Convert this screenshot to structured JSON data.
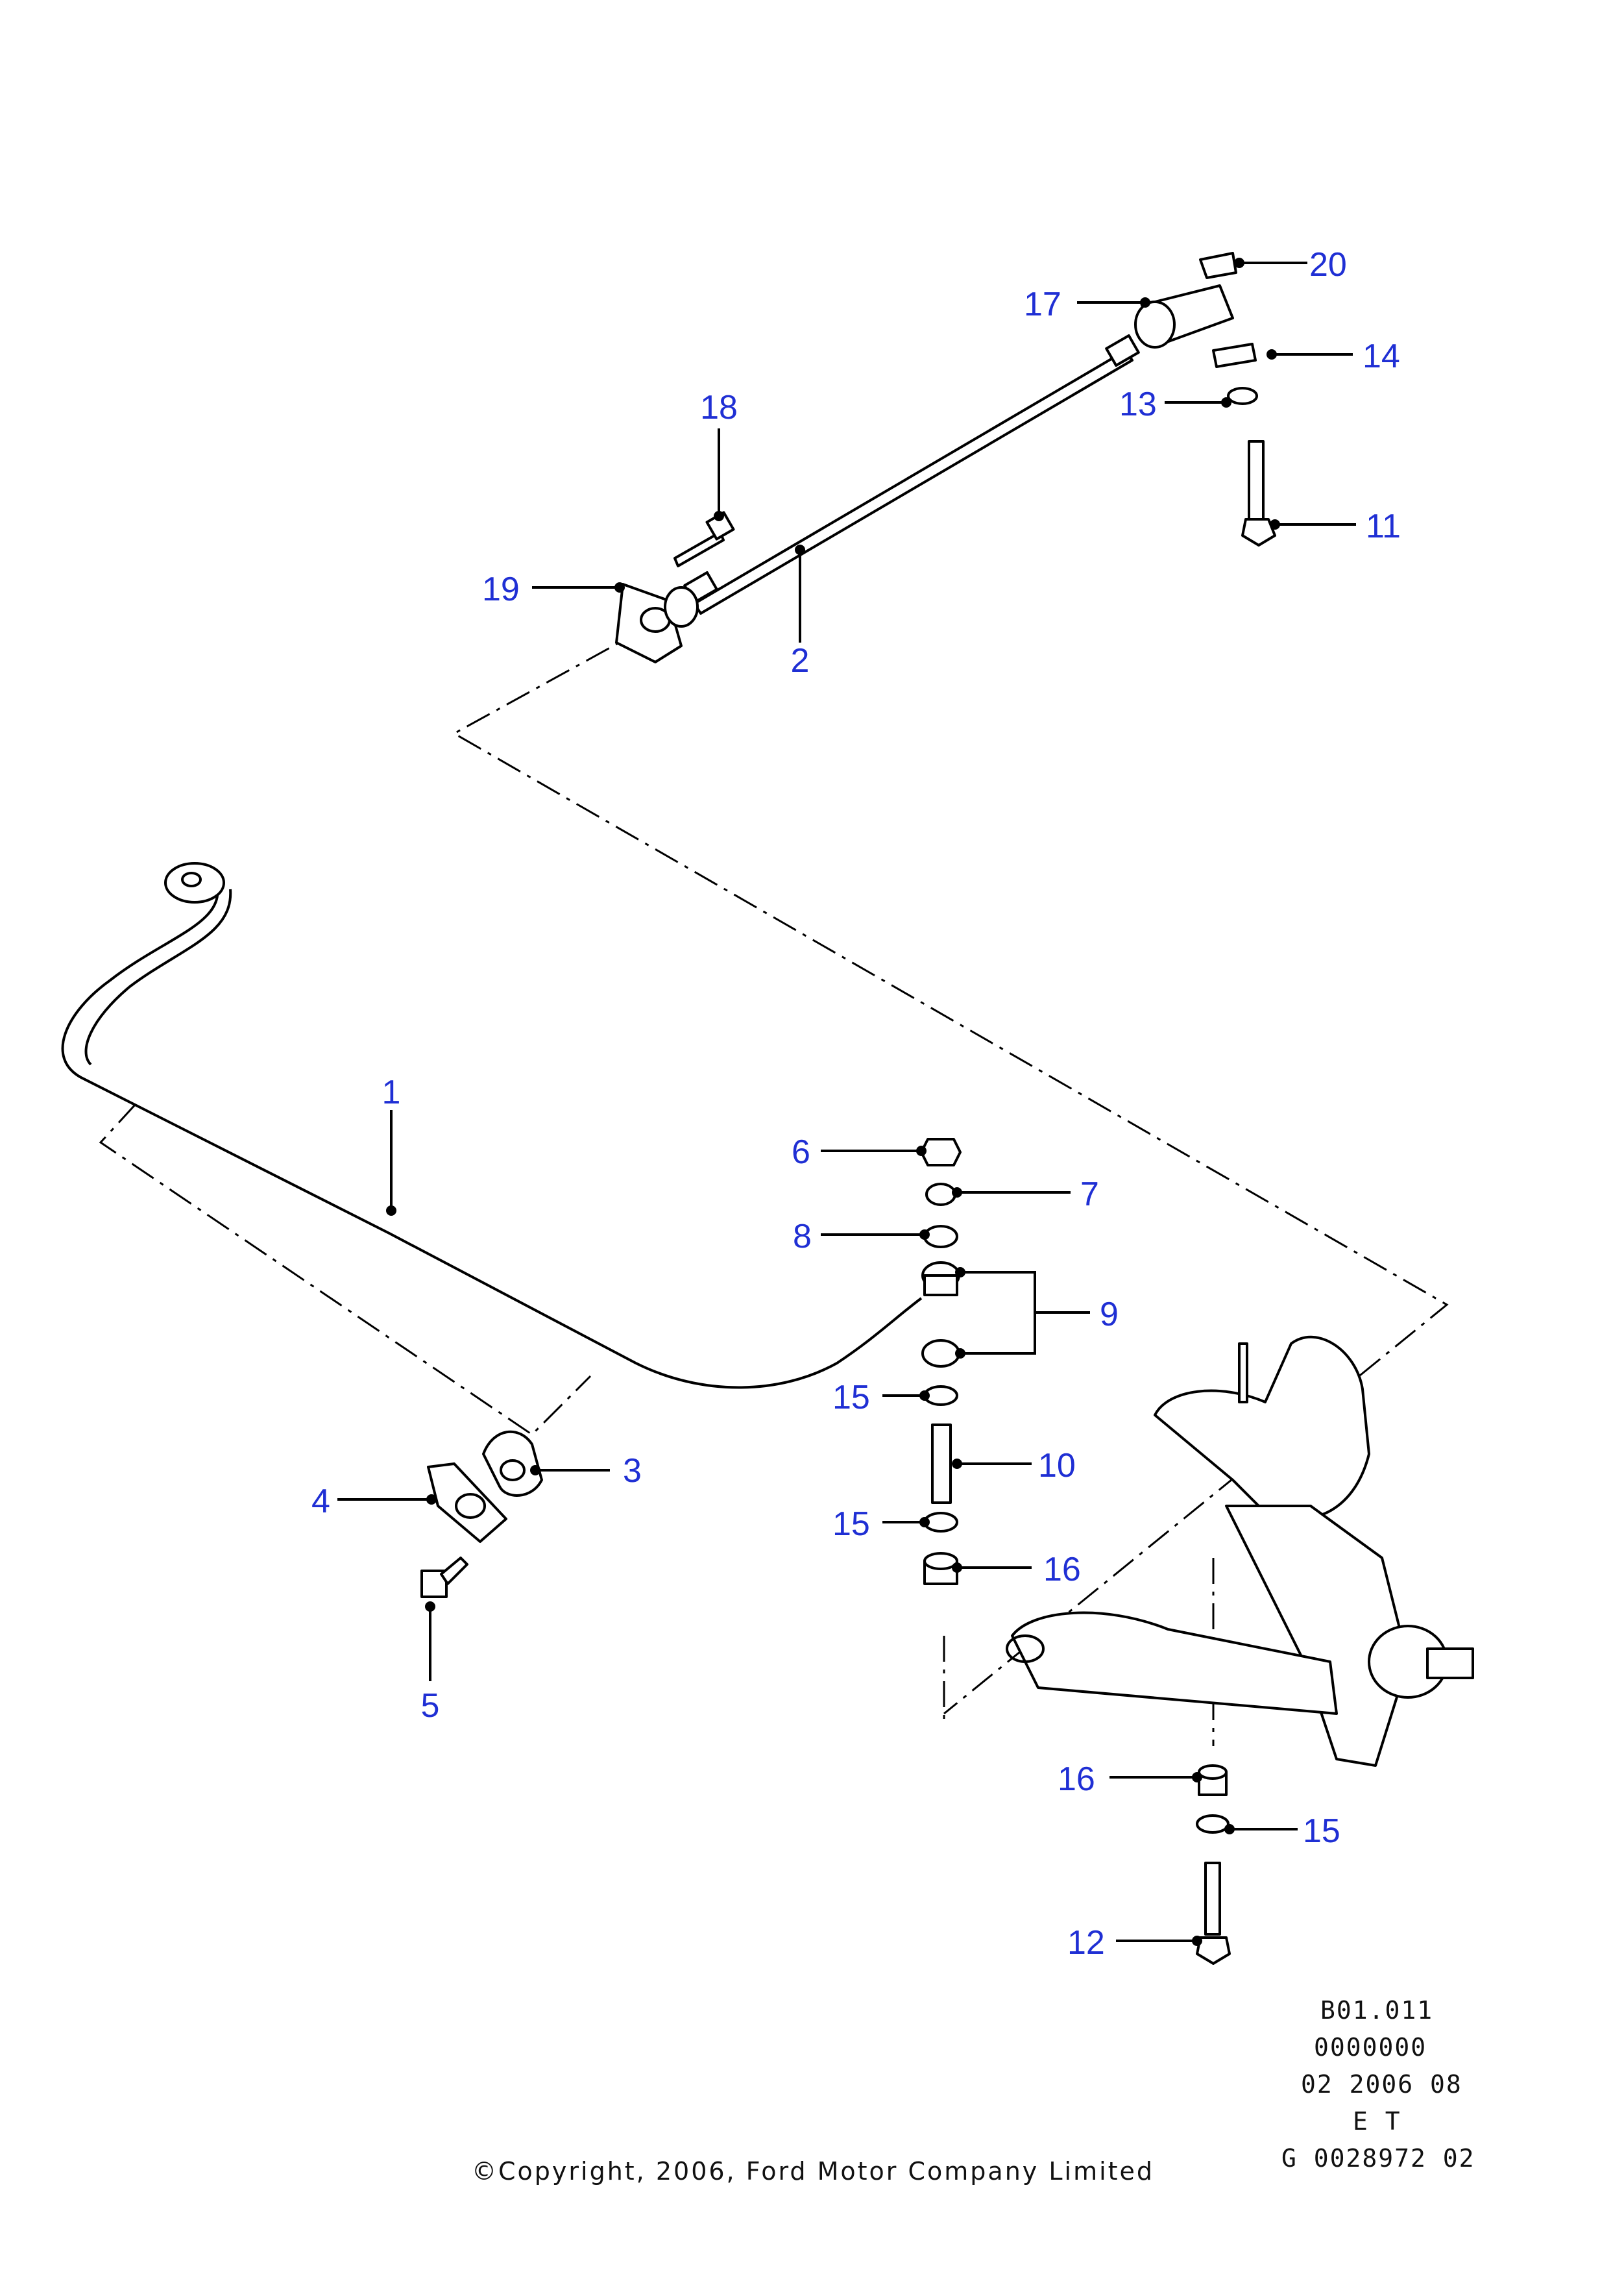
{
  "callouts": [
    "1",
    "2",
    "3",
    "4",
    "5",
    "6",
    "7",
    "8",
    "9",
    "10",
    "11",
    "12",
    "13",
    "14",
    "15",
    "16",
    "17",
    "18",
    "19",
    "20"
  ],
  "reference": {
    "line1": "B01.011",
    "line2": "0000000",
    "line3": "02 2006 08",
    "line4": "E T",
    "line5": "G 0028972 02"
  },
  "copyright": "©Copyright, 2006, Ford Motor Company Limited",
  "colors": {
    "label": "#1f2fd4",
    "line": "#000000"
  }
}
